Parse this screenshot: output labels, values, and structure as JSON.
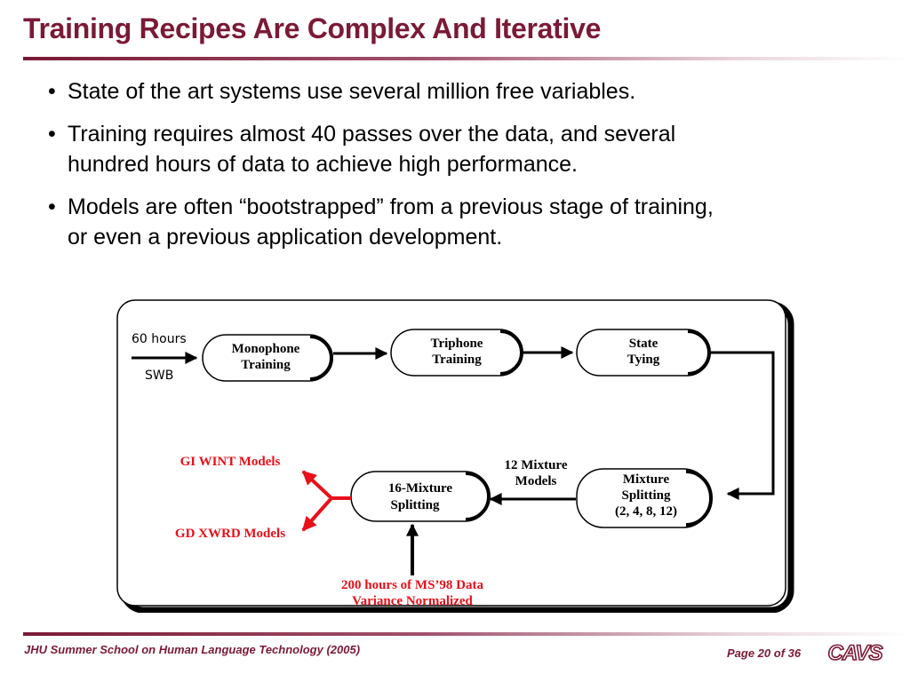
{
  "slide": {
    "title": "Training Recipes Are Complex And Iterative"
  },
  "bullets": [
    {
      "text": "State of the art systems use several million free variables."
    },
    {
      "text": "Training requires almost 40 passes over the data, and several\nhundred hours of data to achieve high performance."
    },
    {
      "text": "Models are often “bootstrapped” from a previous stage of training,\nor even a previous application development."
    }
  ],
  "bullet_marker": "•",
  "diagram": {
    "input_hours": "60 hours",
    "input_corpus": "SWB",
    "stages": {
      "monophone": [
        "Monophone",
        "Training"
      ],
      "triphone": [
        "Triphone",
        "Training"
      ],
      "state_tying": [
        "State",
        "Tying"
      ],
      "mixture_splitting": [
        "Mixture",
        "Splitting",
        "(2, 4, 8, 12)"
      ],
      "sixteen_mixture": [
        "16-Mixture",
        "Splitting"
      ]
    },
    "mixture_label": [
      "12  Mixture",
      "Models"
    ],
    "outputs": [
      "GI WINT Models",
      "GD XWRD Models"
    ],
    "data_note": [
      "200 hours of MS’98 Data",
      "Variance Normalized"
    ],
    "colors": {
      "accent_red": "#e8101a",
      "ink": "#000000"
    }
  },
  "footer": {
    "left": "JHU Summer School on Human Language Technology (2005)",
    "page": "Page 20 of 36",
    "logo_text": "CAVS"
  },
  "theme": {
    "title_color": "#7a1a36"
  }
}
